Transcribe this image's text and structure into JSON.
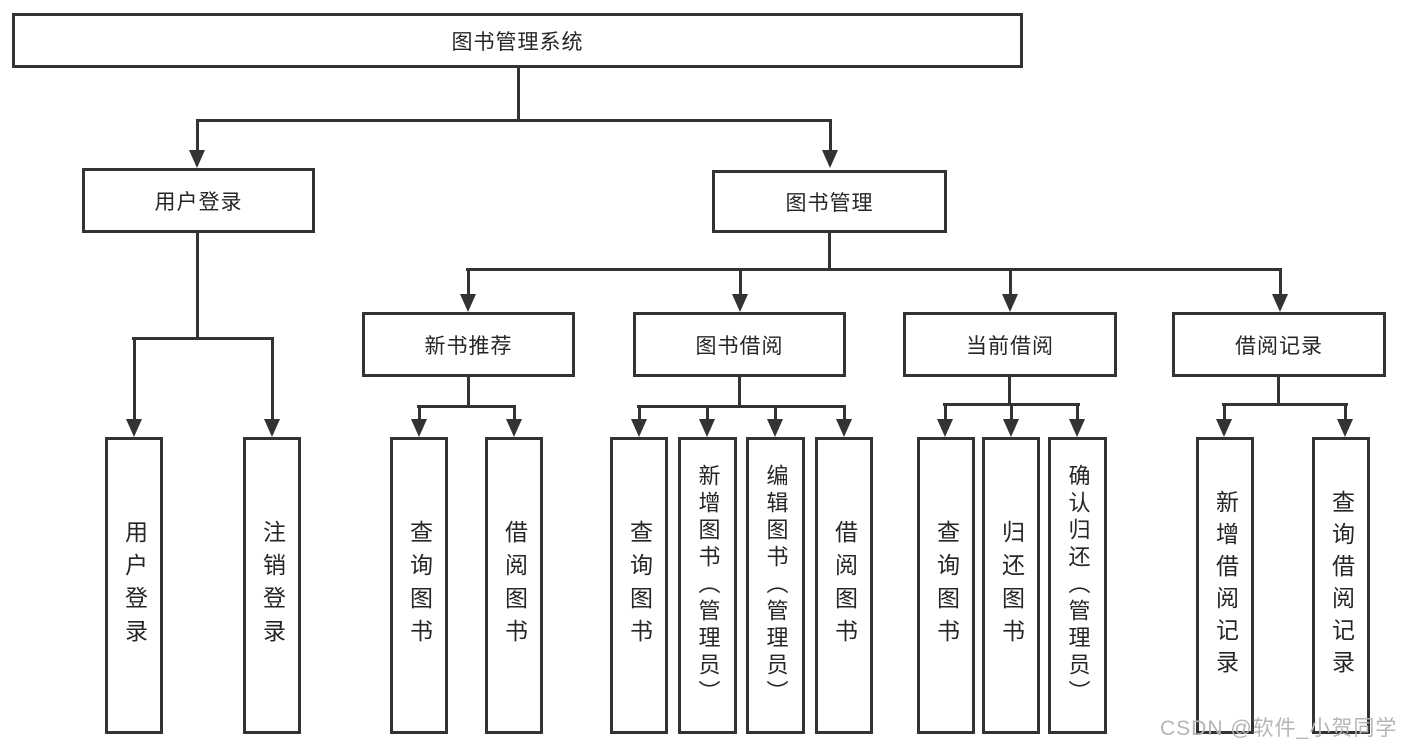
{
  "tree": {
    "root": {
      "label": "图书管理系统"
    },
    "branches": [
      {
        "label": "用户登录",
        "children": [
          {
            "label": "用户登录"
          },
          {
            "label": "注销登录"
          }
        ]
      },
      {
        "label": "图书管理",
        "children": [
          {
            "label": "新书推荐",
            "children": [
              {
                "label": "查询图书"
              },
              {
                "label": "借阅图书"
              }
            ]
          },
          {
            "label": "图书借阅",
            "children": [
              {
                "label": "查询图书"
              },
              {
                "label": "新增图书（管理员）"
              },
              {
                "label": "编辑图书（管理员）"
              },
              {
                "label": "借阅图书"
              }
            ]
          },
          {
            "label": "当前借阅",
            "children": [
              {
                "label": "查询图书"
              },
              {
                "label": "归还图书"
              },
              {
                "label": "确认归还（管理员）"
              }
            ]
          },
          {
            "label": "借阅记录",
            "children": [
              {
                "label": "新增借阅记录"
              },
              {
                "label": "查询借阅记录"
              }
            ]
          }
        ]
      }
    ]
  },
  "watermark": {
    "text": "CSDN @软件_小贺同学"
  },
  "colors": {
    "line": "#333333",
    "border": "#333333",
    "text": "#262626",
    "watermark": "#b5b5b5",
    "background": "#ffffff"
  }
}
